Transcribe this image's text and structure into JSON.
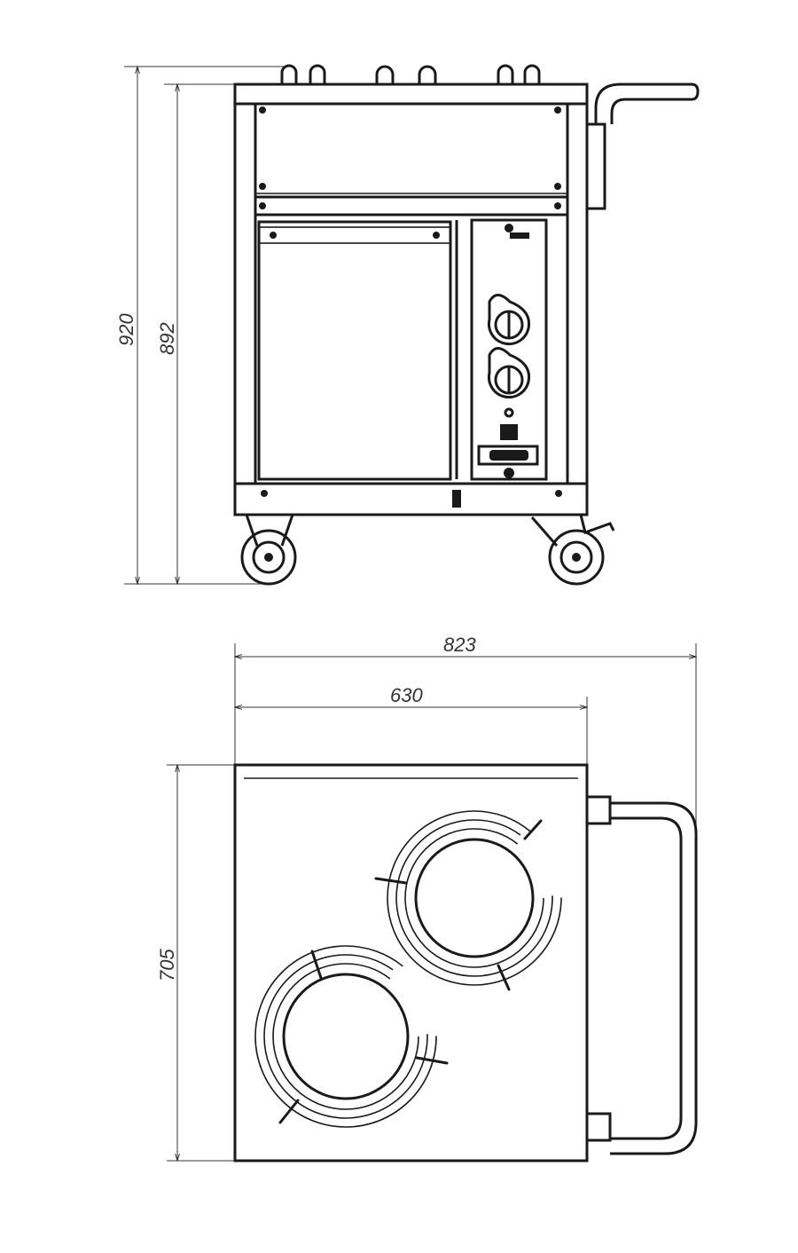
{
  "drawing": {
    "front_view": {
      "dim_overall_height": "920",
      "dim_body_height": "892"
    },
    "top_view": {
      "dim_overall_width": "823",
      "dim_body_width": "630",
      "dim_depth": "705"
    }
  }
}
